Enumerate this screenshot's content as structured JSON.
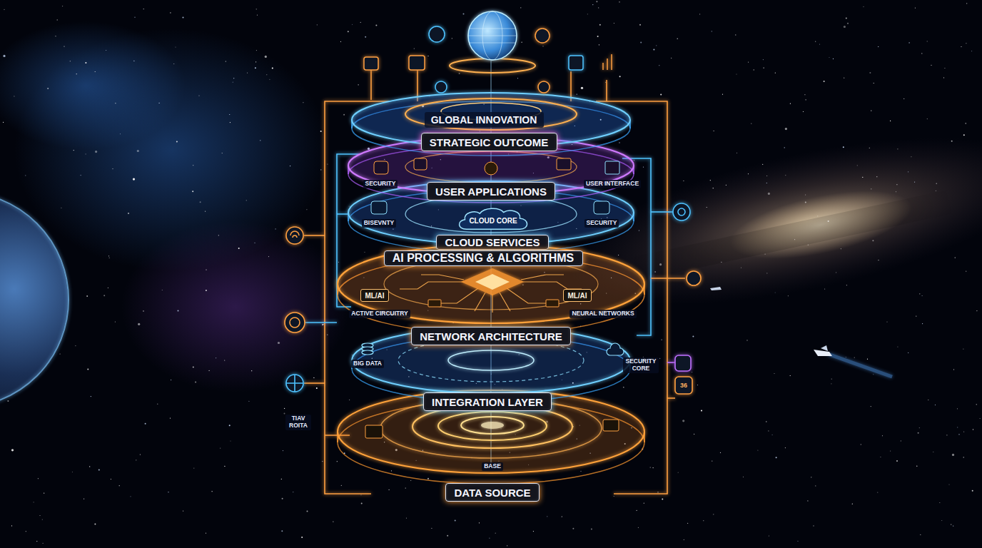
{
  "diagram": {
    "nodes": [
      {
        "text": [
          "GLOBAL INNOVATION"
        ]
      },
      {
        "text": [
          "STRATEGIC OUTCOME"
        ]
      },
      {
        "text": [
          "USER APPLICATIONS"
        ]
      },
      {
        "text": [
          "CLOUD CORE"
        ]
      },
      {
        "text": [
          "CLOUD SERVICES"
        ]
      },
      {
        "text": [
          "AI PROCESSING & ALGORITHMS"
        ]
      },
      {
        "text": [
          "ML/AI"
        ]
      },
      {
        "text": [
          "ML/AI"
        ]
      },
      {
        "text": [
          "NETWORK ARCHITECTURE"
        ]
      },
      {
        "text": [
          "INTEGRATION LAYER"
        ]
      },
      {
        "text": [
          "DATA SOURCE"
        ]
      }
    ],
    "labels": [
      "SECURITY",
      "USER INTERFACE",
      "BISEVNTY",
      "SECURITY",
      "ACTIVE CIRCUITRY",
      "NEURAL NETWORKS",
      "BIG DATA",
      "SECURITY CORE",
      "TIAV ROITA",
      "BASE",
      "36"
    ]
  }
}
